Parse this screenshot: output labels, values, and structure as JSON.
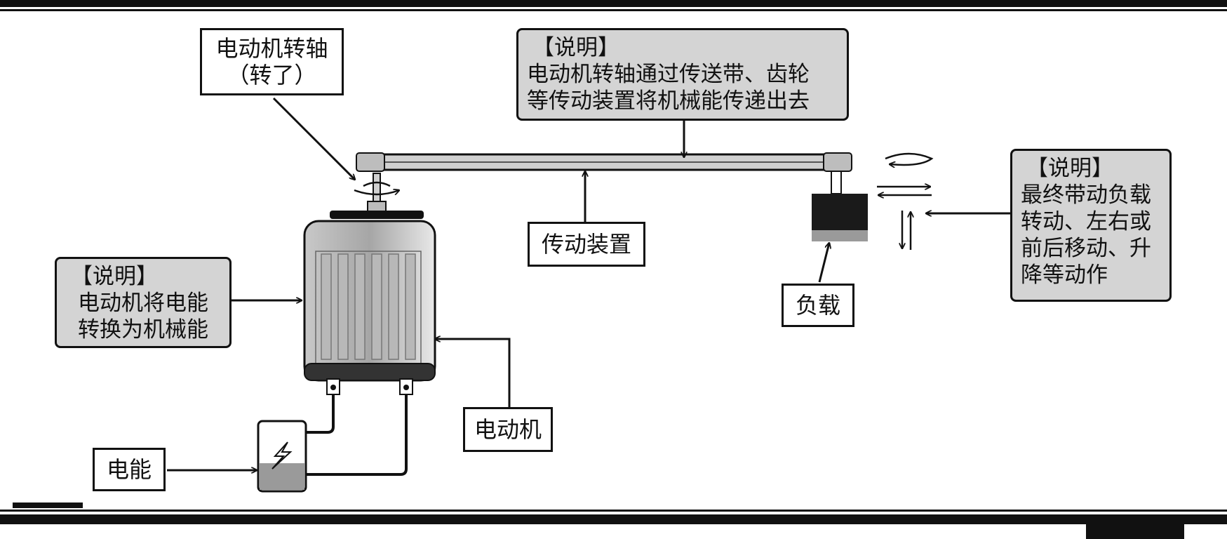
{
  "labels": {
    "shaft": [
      "电动机转轴",
      "（转了）"
    ],
    "transmission": "传动装置",
    "motor": "电动机",
    "energy": "电能",
    "load": "负载"
  },
  "notes": {
    "transmission_note": {
      "heading": "【说明】",
      "lines": [
        "电动机转轴通过传送带、齿轮",
        "等传动装置将机械能传递出去"
      ]
    },
    "motor_note": {
      "heading": "【说明】",
      "lines": [
        "电动机将电能",
        "转换为机械能"
      ]
    },
    "load_note": {
      "heading": "【说明】",
      "lines": [
        "最终带动负载",
        "转动、左右或",
        "前后移动、升",
        "降等动作"
      ]
    }
  },
  "colors": {
    "ink": "#111111",
    "note_fill": "#d4d4d4",
    "motor_body": "#a8a8a8",
    "battery_fill": "#9a9a9a"
  }
}
